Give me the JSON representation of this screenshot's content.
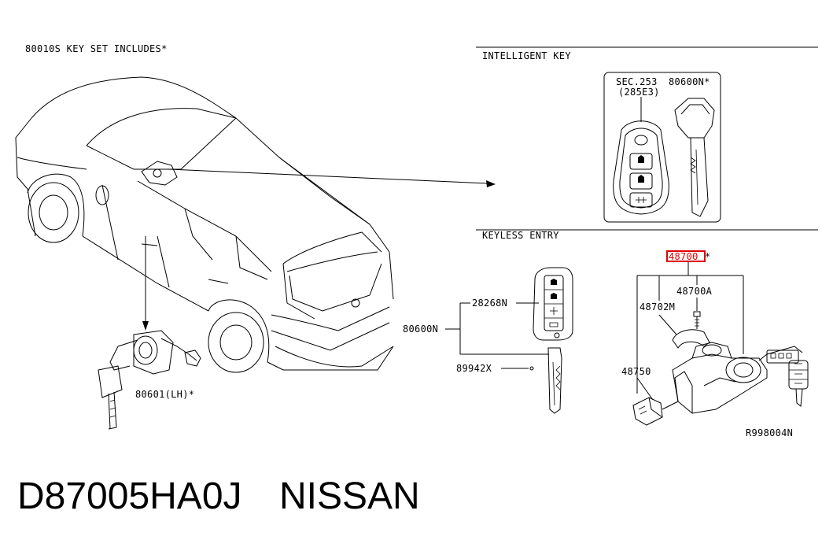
{
  "labels": {
    "key_set": "80010S KEY SET INCLUDES*",
    "intelligent_key_section": "INTELLIGENT KEY",
    "sec_ref": "SEC.253",
    "sec_ref_sub": "(285E3)",
    "intelligent_key_part": "80600N*",
    "keyless_entry_section": "KEYLESS ENTRY",
    "part_28268n": "28268N",
    "part_80600n": "80600N",
    "part_89942x": "89942X",
    "part_80601": "80601(LH)*",
    "part_48700": "48700",
    "part_48700_star": "*",
    "part_48700a": "48700A",
    "part_48702m": "48702M",
    "part_48750": "48750",
    "ref_code": "R998004N"
  },
  "caption": {
    "part_number": "D87005HA0J",
    "brand": "NISSAN"
  },
  "colors": {
    "highlight": "#e00000",
    "line": "#000000",
    "background": "#ffffff"
  }
}
